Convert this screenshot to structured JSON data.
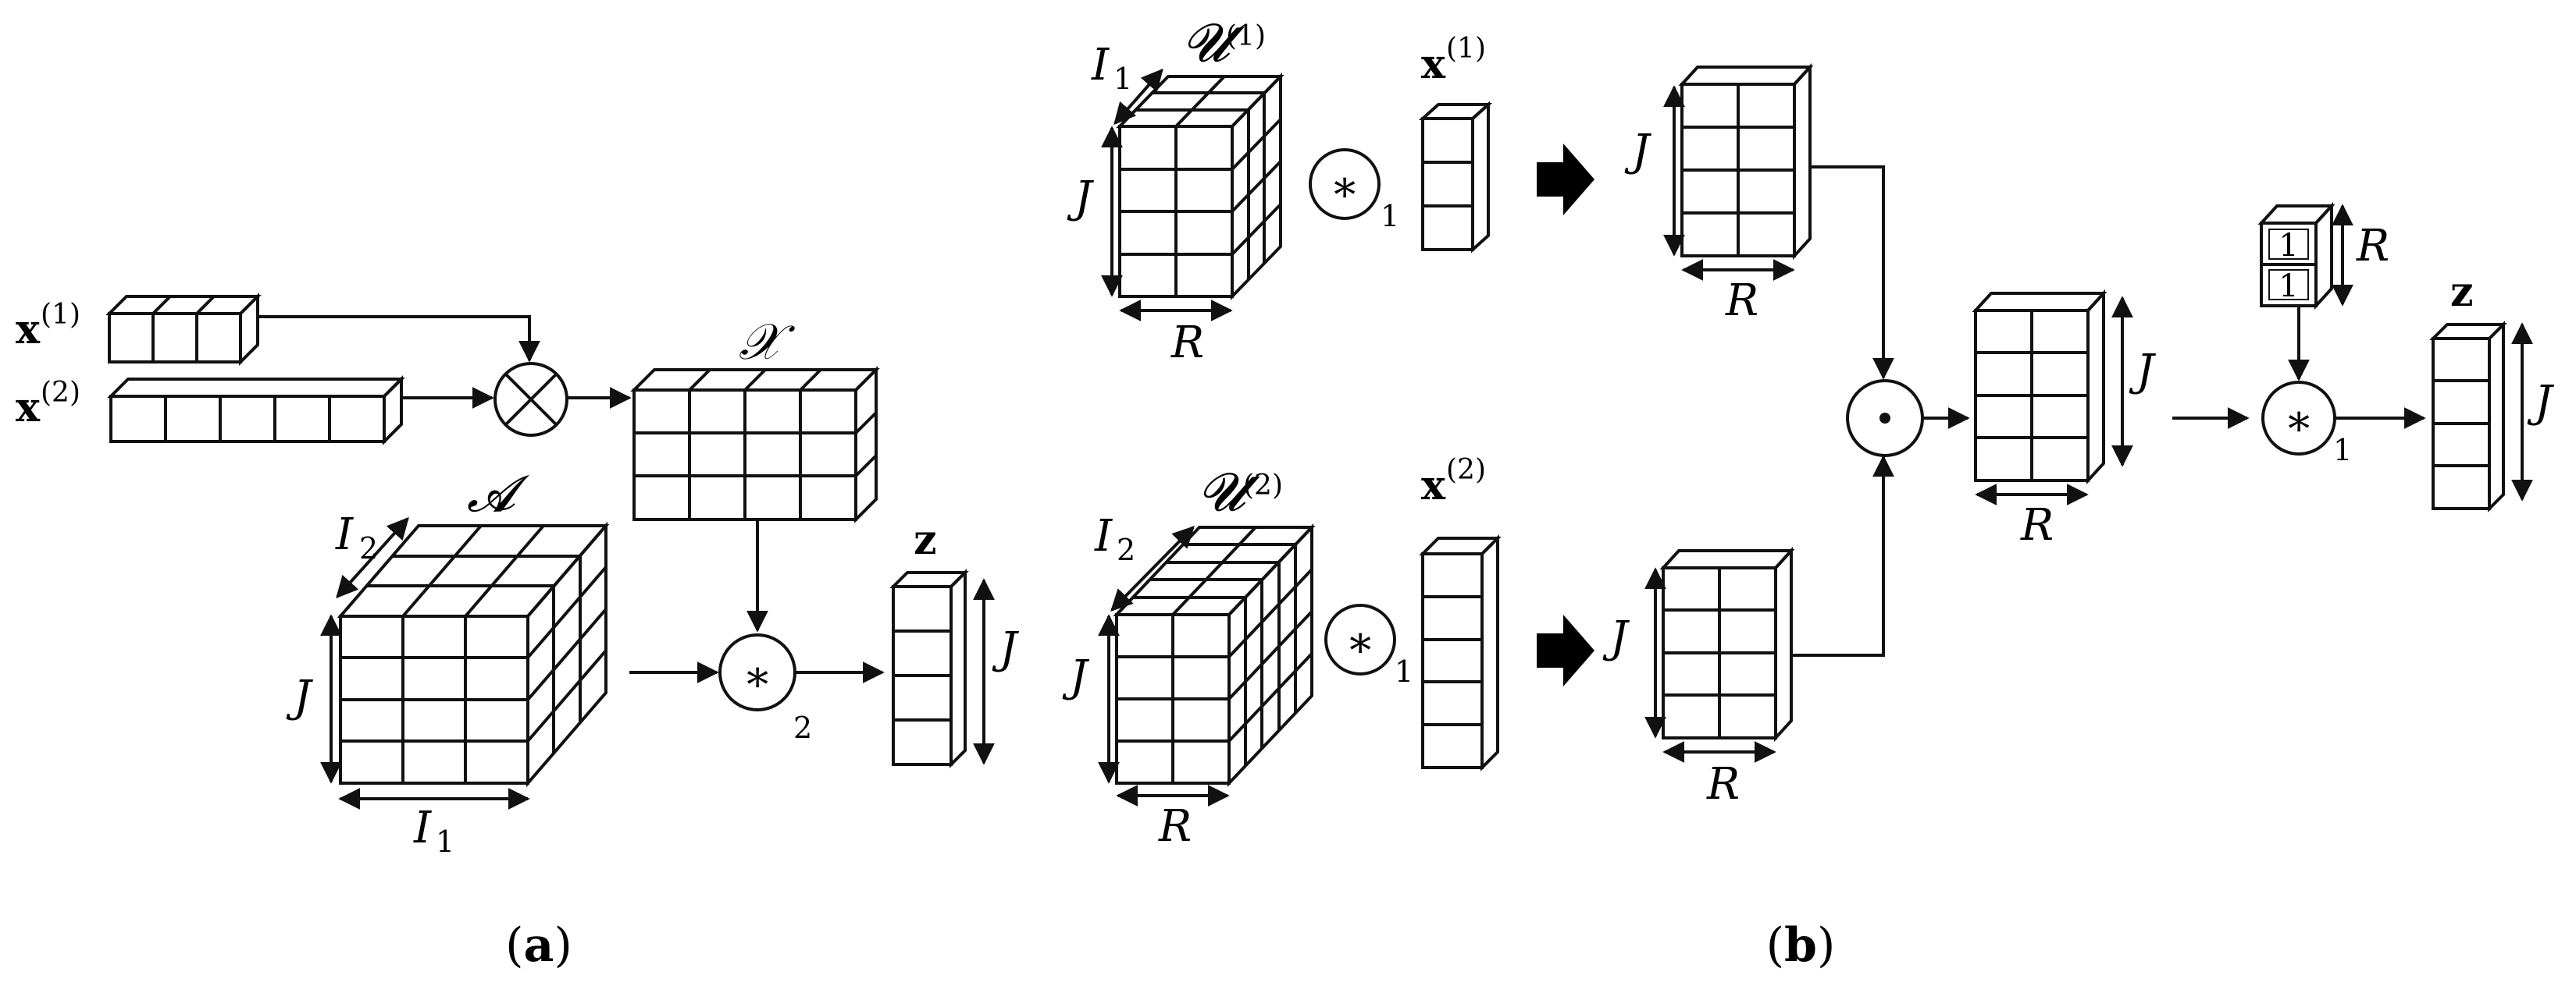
{
  "panel_a": {
    "caption": "(a)",
    "vec1": {
      "symbol": "x",
      "sup": "(1)"
    },
    "vec2": {
      "symbol": "x",
      "sup": "(2)"
    },
    "tensor_x": {
      "symbol": "𝒳"
    },
    "tensor_A": {
      "symbol": "𝓐",
      "i2": "I",
      "i2_sub": "2",
      "j": "J",
      "i1": "I",
      "i1_sub": "1"
    },
    "kron_op": "⊗",
    "mode2_op": {
      "symbol": "∗",
      "sub": "2"
    },
    "out_z": {
      "symbol": "z",
      "j": "J"
    }
  },
  "panel_b": {
    "caption": "(b)",
    "U1": {
      "symbol": "𝓤",
      "sup": "(1)",
      "i1": "I",
      "i1_sub": "1",
      "j": "J",
      "r": "R"
    },
    "U2": {
      "symbol": "𝓤",
      "sup": "(2)",
      "i2": "I",
      "i2_sub": "2",
      "j": "J",
      "r": "R"
    },
    "x1": {
      "symbol": "x",
      "sup": "(1)"
    },
    "x2": {
      "symbol": "x",
      "sup": "(2)"
    },
    "mode1_op": {
      "symbol": "∗",
      "sub": "1"
    },
    "res1": {
      "j": "J",
      "r": "R"
    },
    "res2": {
      "j": "J",
      "r": "R"
    },
    "hadamard_op": "⊙",
    "prod": {
      "j": "J",
      "r": "R"
    },
    "ones": {
      "values": [
        "1",
        "1"
      ],
      "r": "R"
    },
    "final_op": {
      "symbol": "∗",
      "sub": "1"
    },
    "out_z": {
      "symbol": "z",
      "j": "J"
    }
  },
  "colors": {
    "green": "#b7e7a4",
    "green_dark": "#8ec27e",
    "blue": "#b9c7ee",
    "blue_dark": "#8b9fd8",
    "tan": "#ead9b0",
    "tan_dark": "#c7b489",
    "mixed": "#9fc7b8",
    "light_green": "#e0f0d8",
    "light_blue": "#e2e8f7"
  }
}
